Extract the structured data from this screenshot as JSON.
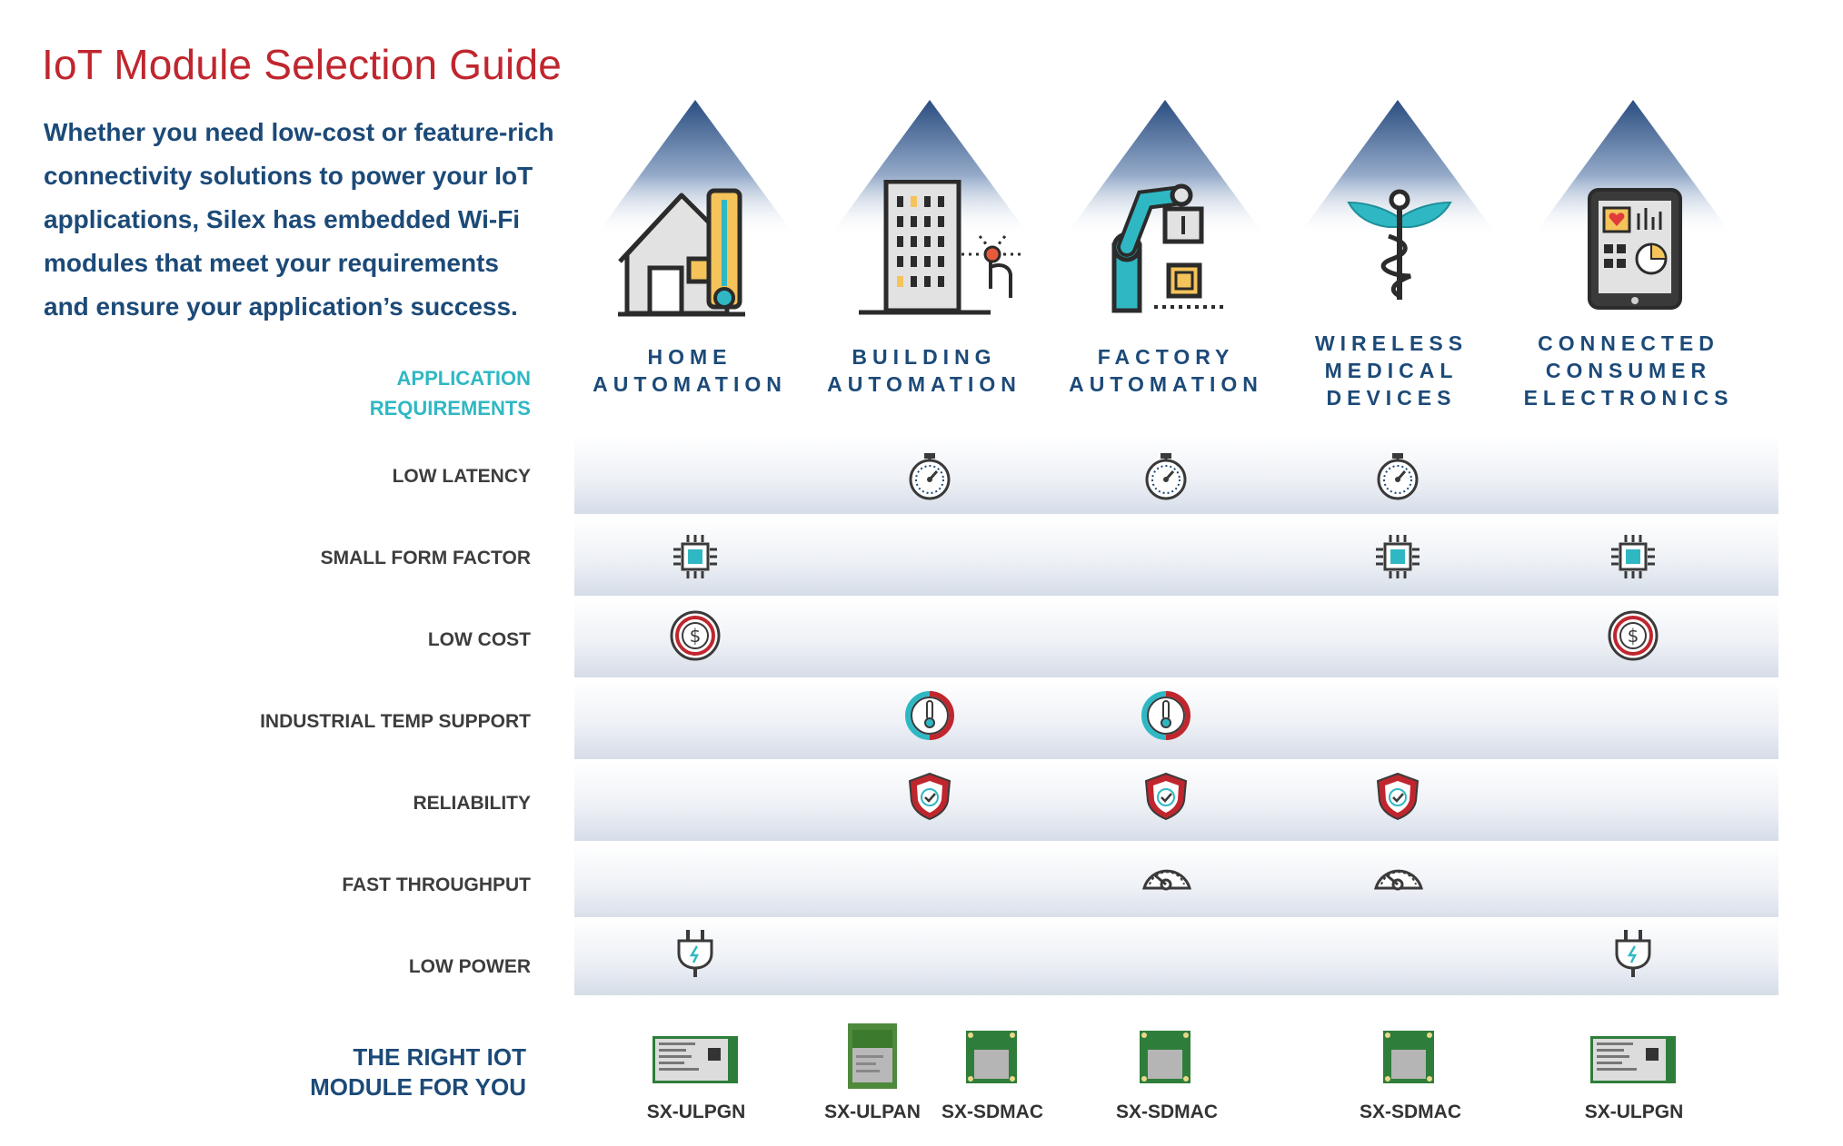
{
  "header": {
    "title": "IoT Module Selection Guide",
    "intro_lines": [
      "Whether you need low-cost or feature-rich",
      "connectivity solutions to power your IoT",
      "applications, Silex has embedded Wi-Fi",
      "modules that meet your requirements",
      "and ensure your application’s success."
    ]
  },
  "colors": {
    "title_red": "#c0262e",
    "navy": "#1c4a78",
    "teal": "#2fb8c4",
    "label_gray": "#3d3d3d"
  },
  "requirements_header": [
    "APPLICATION",
    "REQUIREMENTS"
  ],
  "categories": [
    {
      "lines": [
        "HOME",
        "AUTOMATION"
      ],
      "icon": "house-thermometer-icon"
    },
    {
      "lines": [
        "BUILDING",
        "AUTOMATION"
      ],
      "icon": "building-touch-icon"
    },
    {
      "lines": [
        "FACTORY",
        "AUTOMATION"
      ],
      "icon": "robot-arm-icon"
    },
    {
      "lines": [
        "WIRELESS",
        "MEDICAL",
        "DEVICES"
      ],
      "icon": "caduceus-icon"
    },
    {
      "lines": [
        "CONNECTED",
        "CONSUMER",
        "ELECTRONICS"
      ],
      "icon": "tablet-dashboard-icon"
    }
  ],
  "rows": [
    {
      "label": "LOW LATENCY",
      "icon": "stopwatch-icon",
      "applies": [
        false,
        true,
        true,
        true,
        false
      ]
    },
    {
      "label": "SMALL FORM FACTOR",
      "icon": "chip-icon",
      "applies": [
        true,
        false,
        false,
        true,
        true
      ]
    },
    {
      "label": "LOW COST",
      "icon": "dollar-coin-icon",
      "applies": [
        true,
        false,
        false,
        false,
        true
      ]
    },
    {
      "label": "INDUSTRIAL TEMP SUPPORT",
      "icon": "thermometer-gauge-icon",
      "applies": [
        false,
        true,
        true,
        false,
        false
      ]
    },
    {
      "label": "RELIABILITY",
      "icon": "shield-check-icon",
      "applies": [
        false,
        true,
        true,
        true,
        false
      ]
    },
    {
      "label": "FAST THROUGHPUT",
      "icon": "speedometer-icon",
      "applies": [
        false,
        false,
        true,
        true,
        false
      ]
    },
    {
      "label": "LOW POWER",
      "icon": "power-plug-icon",
      "applies": [
        true,
        false,
        false,
        false,
        true
      ]
    }
  ],
  "module_header": [
    "THE RIGHT IOT",
    "MODULE FOR YOU"
  ],
  "modules": [
    {
      "name": "SX-ULPGN",
      "kind": "wide-module-icon"
    },
    {
      "name": "SX-ULPAN",
      "kind": "tall-module-icon"
    },
    {
      "name": "SX-SDMAC",
      "kind": "square-module-icon"
    },
    {
      "name": "SX-SDMAC",
      "kind": "square-module-icon"
    },
    {
      "name": "SX-SDMAC",
      "kind": "square-module-icon"
    },
    {
      "name": "SX-ULPGN",
      "kind": "wide-module-icon"
    }
  ]
}
